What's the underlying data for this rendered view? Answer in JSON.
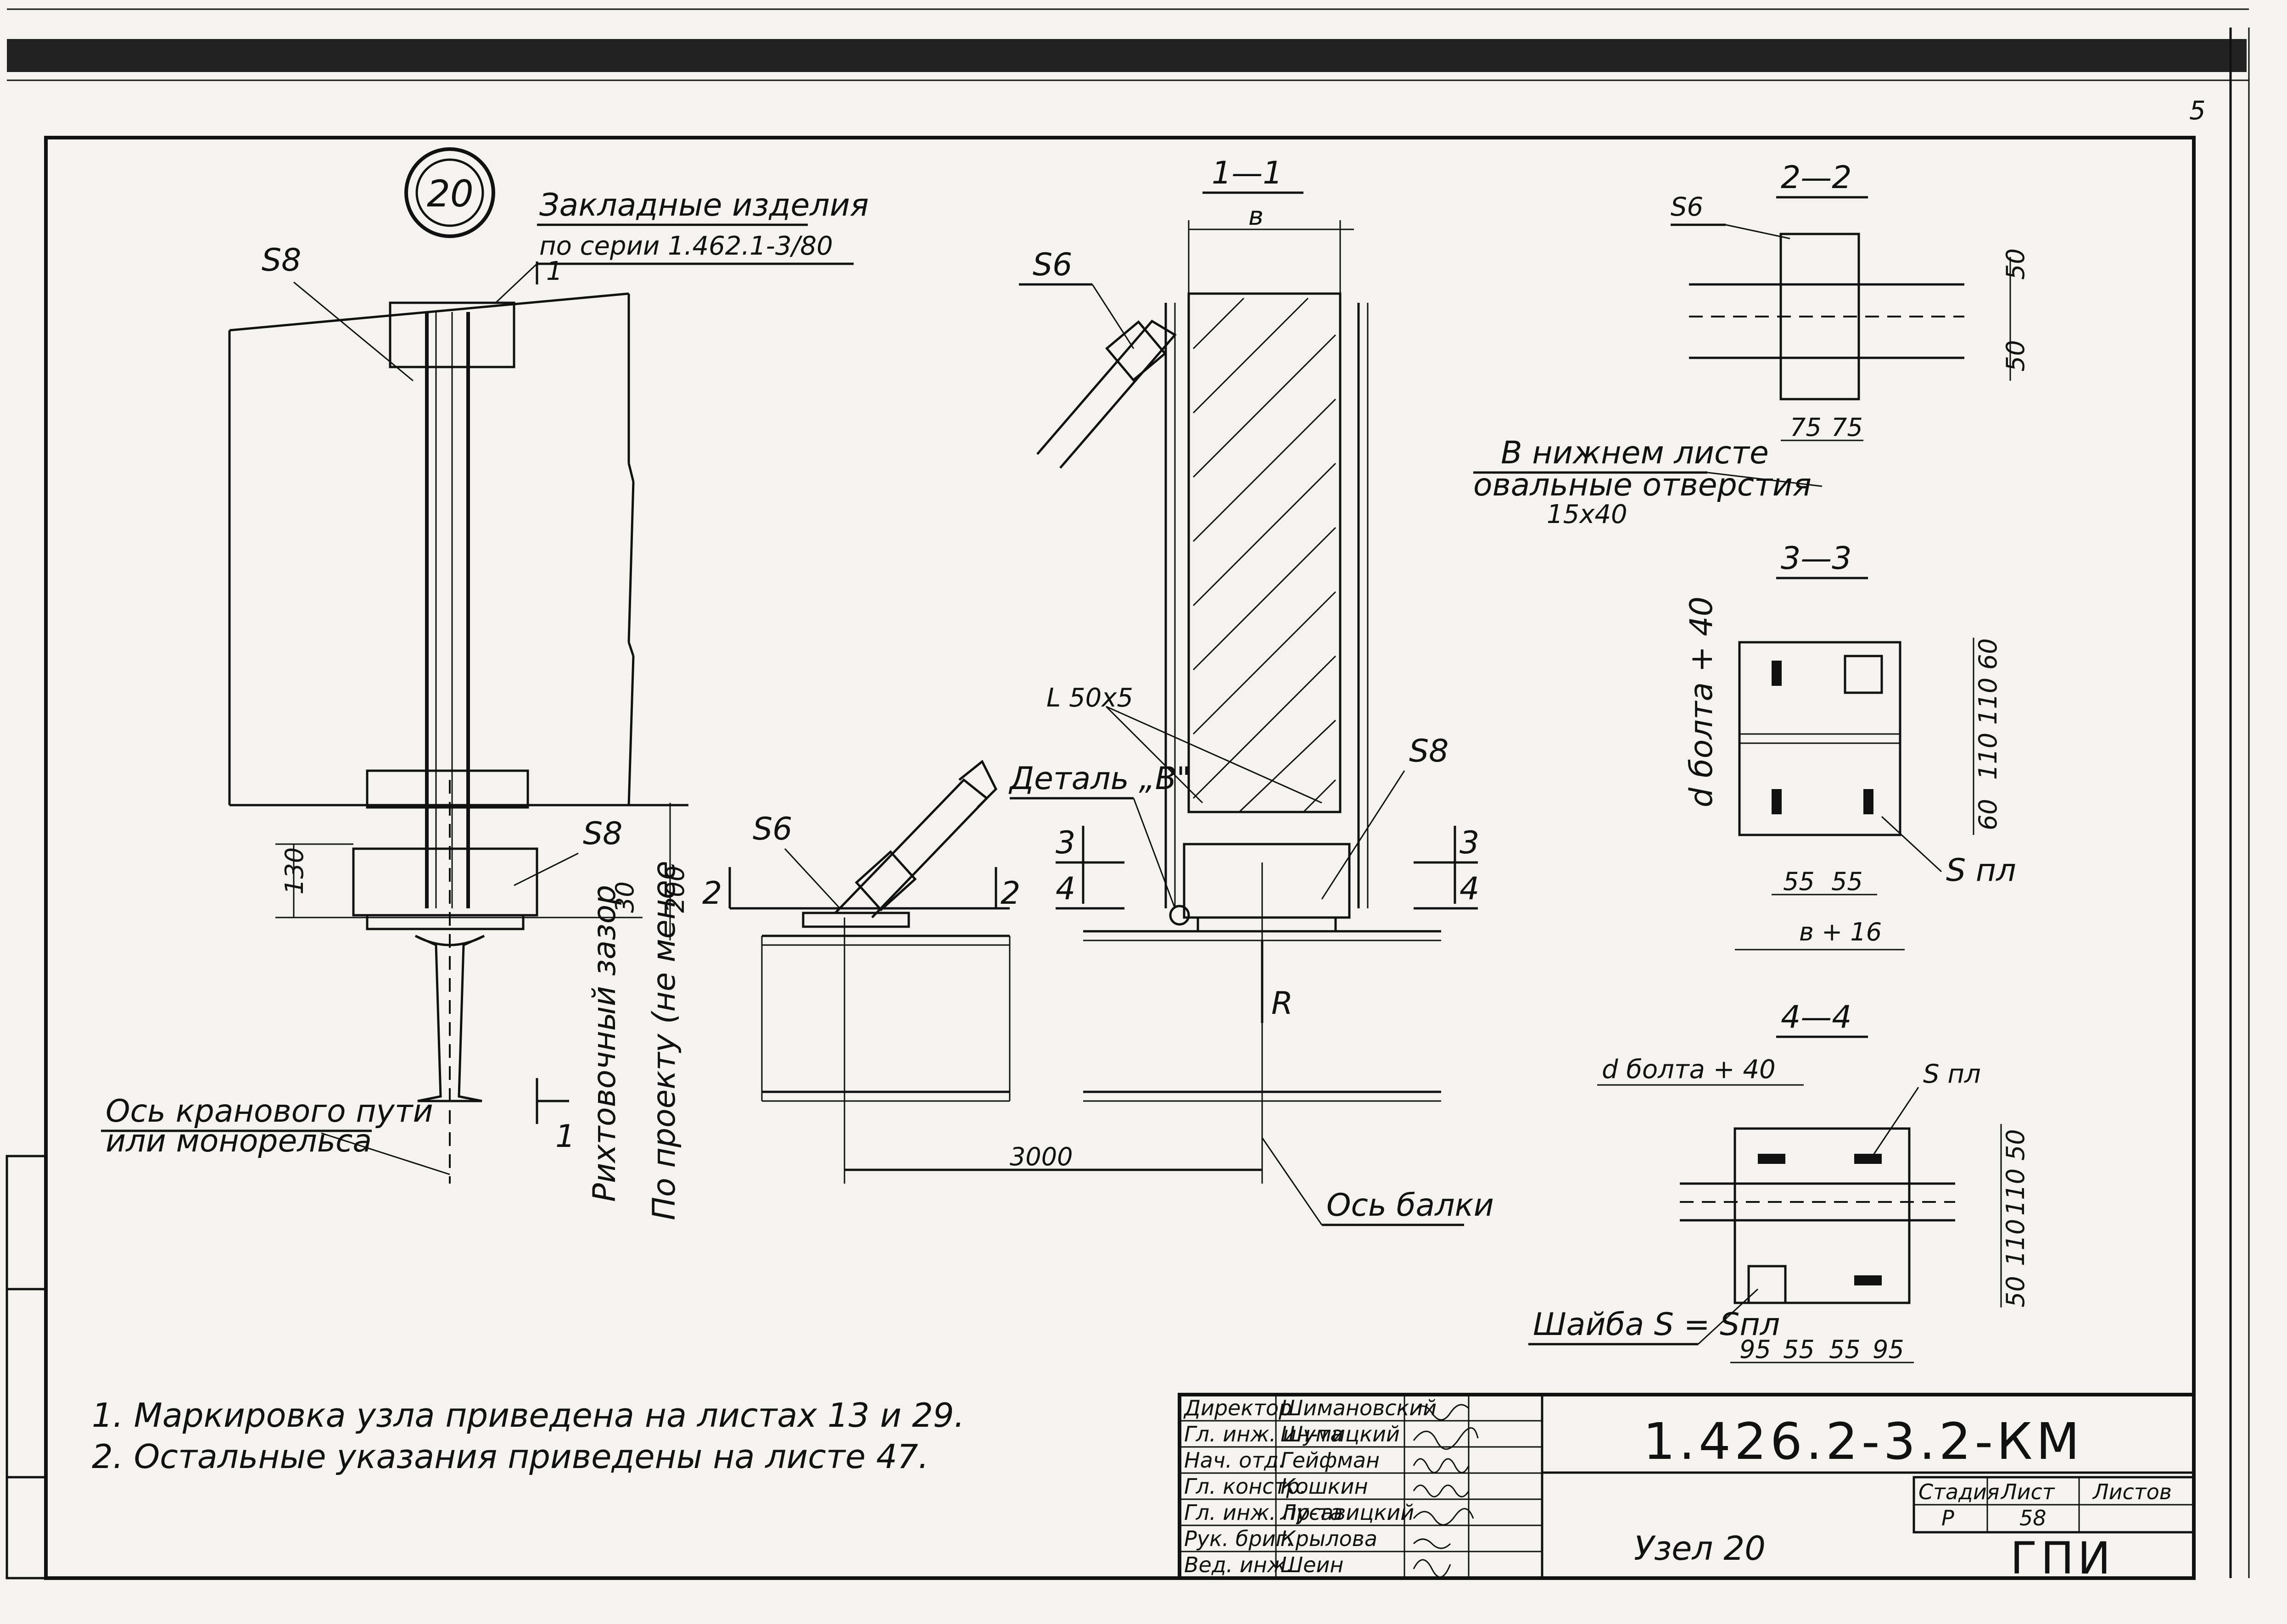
{
  "node_number": "20",
  "labels": {
    "embedded_title": "Закладные изделия",
    "embedded_series": "по серии 1.462.1-3/80",
    "cut_1": "1",
    "s8": "S8",
    "s6": "S6",
    "dim_130": "130",
    "dim_30": "30",
    "dim_200": "200",
    "rectify_gap": "Рихтовочный зазор",
    "per_project": "По проекту (не менее",
    "crane_axis": "Ось кранового пути",
    "crane_axis_2": "или монорельса",
    "section_2": "2",
    "dim_3000": "3000",
    "beam_axis": "Ось балки",
    "section_11": "1—1",
    "b": "в",
    "angle": "L 50x5",
    "detail_b": "Деталь „В\"",
    "force_r": "R",
    "section_3": "3",
    "section_4": "4"
  },
  "section_22": {
    "title": "2—2",
    "s": "S6",
    "dim_50a": "50",
    "dim_50b": "50",
    "dim_75a": "75",
    "dim_75b": "75",
    "note1": "В нижнем листе",
    "note2": "овальные отверстия",
    "note3": "15x40"
  },
  "section_33": {
    "title": "3—3",
    "d_bolt": "d болта + 40",
    "dim_60a": "60",
    "dim_110a": "110",
    "dim_110b": "110",
    "dim_60b": "60",
    "dim_55a": "55",
    "dim_55b": "55",
    "width": "в + 16",
    "s_pl": "S пл"
  },
  "section_44": {
    "title": "4—4",
    "d_bolt": "d болта + 40",
    "s_pl": "S пл",
    "dim_50a": "50",
    "dim_110a": "110",
    "dim_110b": "110",
    "dim_50b": "50",
    "dims_bottom": [
      "95",
      "55",
      "55",
      "95"
    ],
    "washer": "Шайба S = Sпл"
  },
  "notes": [
    "1. Маркировка   узла   приведена   на  листах   13 и 29.",
    "2. Остальные   указания   приведены    на  листе 47."
  ],
  "title_block": {
    "code": "1.426.2-3.2-КМ",
    "name": "Узел 20",
    "stage_label": "Стадия",
    "sheet_label": "Лист",
    "sheets_label": "Листов",
    "stage": "Р",
    "sheet": "58",
    "org": "ГПИ",
    "roles": [
      {
        "role": "Директор",
        "name": "Шимановский"
      },
      {
        "role": "Гл. инж. ин-та",
        "name": "Шумицкий"
      },
      {
        "role": "Нач. отд.",
        "name": "Гейфман"
      },
      {
        "role": "Гл. констр.",
        "name": "Кошкин"
      },
      {
        "role": "Гл. инж. пр-та",
        "name": "Лусавицкий"
      },
      {
        "role": "Рук. бриг.",
        "name": "Крылова"
      },
      {
        "role": "Вед. инж.",
        "name": "Шеин"
      }
    ]
  },
  "corner_mark": "5"
}
